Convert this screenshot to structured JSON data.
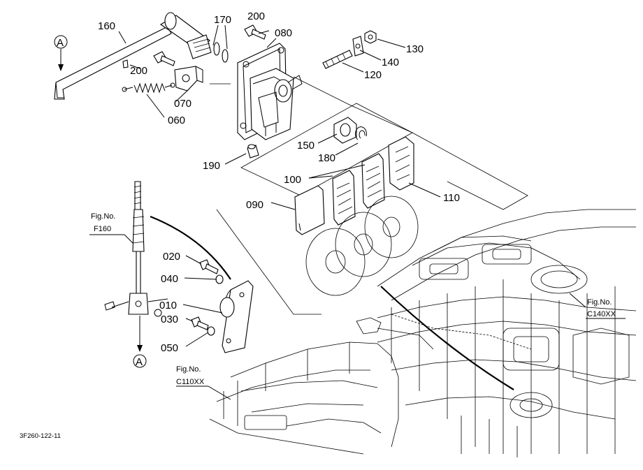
{
  "diagram_code": "3F260-122-11",
  "parts": [
    {
      "number": "160"
    },
    {
      "number": "170"
    },
    {
      "number": "200"
    },
    {
      "number": "080"
    },
    {
      "number": "130"
    },
    {
      "number": "140"
    },
    {
      "number": "120"
    },
    {
      "number": "200"
    },
    {
      "number": "070"
    },
    {
      "number": "060"
    },
    {
      "number": "150"
    },
    {
      "number": "180"
    },
    {
      "number": "190"
    },
    {
      "number": "100"
    },
    {
      "number": "110"
    },
    {
      "number": "090"
    },
    {
      "number": "020"
    },
    {
      "number": "040"
    },
    {
      "number": "010"
    },
    {
      "number": "030"
    },
    {
      "number": "050"
    }
  ],
  "markers": [
    {
      "letter": "A"
    },
    {
      "letter": "A"
    }
  ],
  "figure_refs": [
    {
      "heading": "Fig.No.",
      "code": "F160"
    },
    {
      "heading": "Fig.No.",
      "code": "C140XX"
    },
    {
      "heading": "Fig.No.",
      "code": "C110XX"
    }
  ]
}
